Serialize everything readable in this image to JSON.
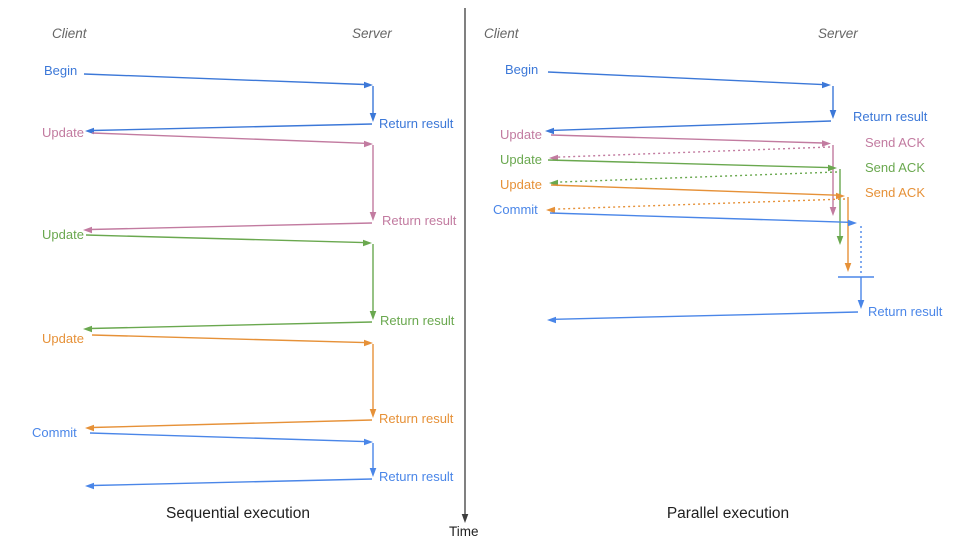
{
  "palette": {
    "blue": "#3c78d8",
    "cornflower_blue": "#4a86e8",
    "pink": "#c27ba0",
    "green": "#6aa84f",
    "orange": "#e69138",
    "header_gray": "#666666",
    "title_black": "#1f1f1f",
    "axis_gray": "#3d3d3d"
  },
  "time_axis": {
    "label": "Time"
  },
  "sequential": {
    "title": "Sequential execution",
    "client_header": "Client",
    "server_header": "Server",
    "messages": [
      {
        "label": "Begin",
        "response": "Return result",
        "color": "#3c78d8"
      },
      {
        "label": "Update",
        "response": "Return result",
        "color": "#c27ba0"
      },
      {
        "label": "Update",
        "response": "Return result",
        "color": "#6aa84f"
      },
      {
        "label": "Update",
        "response": "Return result",
        "color": "#e69138"
      },
      {
        "label": "Commit",
        "response": "Return result",
        "color": "#4a86e8"
      }
    ]
  },
  "parallel": {
    "title": "Parallel execution",
    "client_header": "Client",
    "server_header": "Server",
    "messages": [
      {
        "label": "Begin",
        "response": "Return result",
        "color": "#3c78d8"
      },
      {
        "label": "Update",
        "response": "Send ACK",
        "color": "#c27ba0"
      },
      {
        "label": "Update",
        "response": "Send ACK",
        "color": "#6aa84f"
      },
      {
        "label": "Update",
        "response": "Send ACK",
        "color": "#e69138"
      },
      {
        "label": "Commit",
        "response": "Return result",
        "color": "#4a86e8"
      }
    ]
  }
}
